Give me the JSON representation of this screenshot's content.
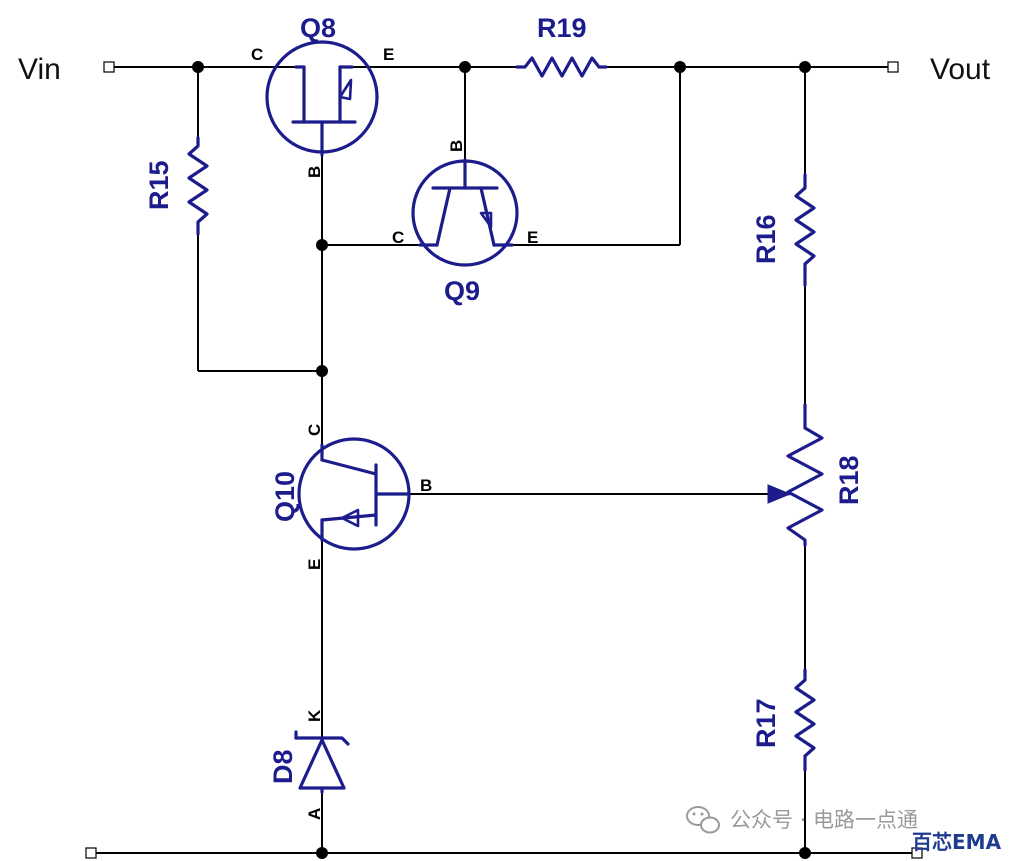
{
  "terminals": {
    "vin": "Vin",
    "vout": "Vout"
  },
  "components": {
    "q8": {
      "ref": "Q8",
      "c": "C",
      "b": "B",
      "e": "E"
    },
    "q9": {
      "ref": "Q9",
      "c": "C",
      "b": "B",
      "e": "E"
    },
    "q10": {
      "ref": "Q10",
      "c": "C",
      "b": "B",
      "e": "E"
    },
    "r15": {
      "ref": "R15"
    },
    "r16": {
      "ref": "R16"
    },
    "r17": {
      "ref": "R17"
    },
    "r18": {
      "ref": "R18"
    },
    "r19": {
      "ref": "R19"
    },
    "d8": {
      "ref": "D8",
      "k": "K",
      "a": "A"
    }
  },
  "watermark": {
    "text": "公众号 · 电路一点通",
    "brand": "百芯EMA",
    "icon": "wechat-icon"
  },
  "colors": {
    "component": "#1c1c8c",
    "wire": "#000000"
  }
}
